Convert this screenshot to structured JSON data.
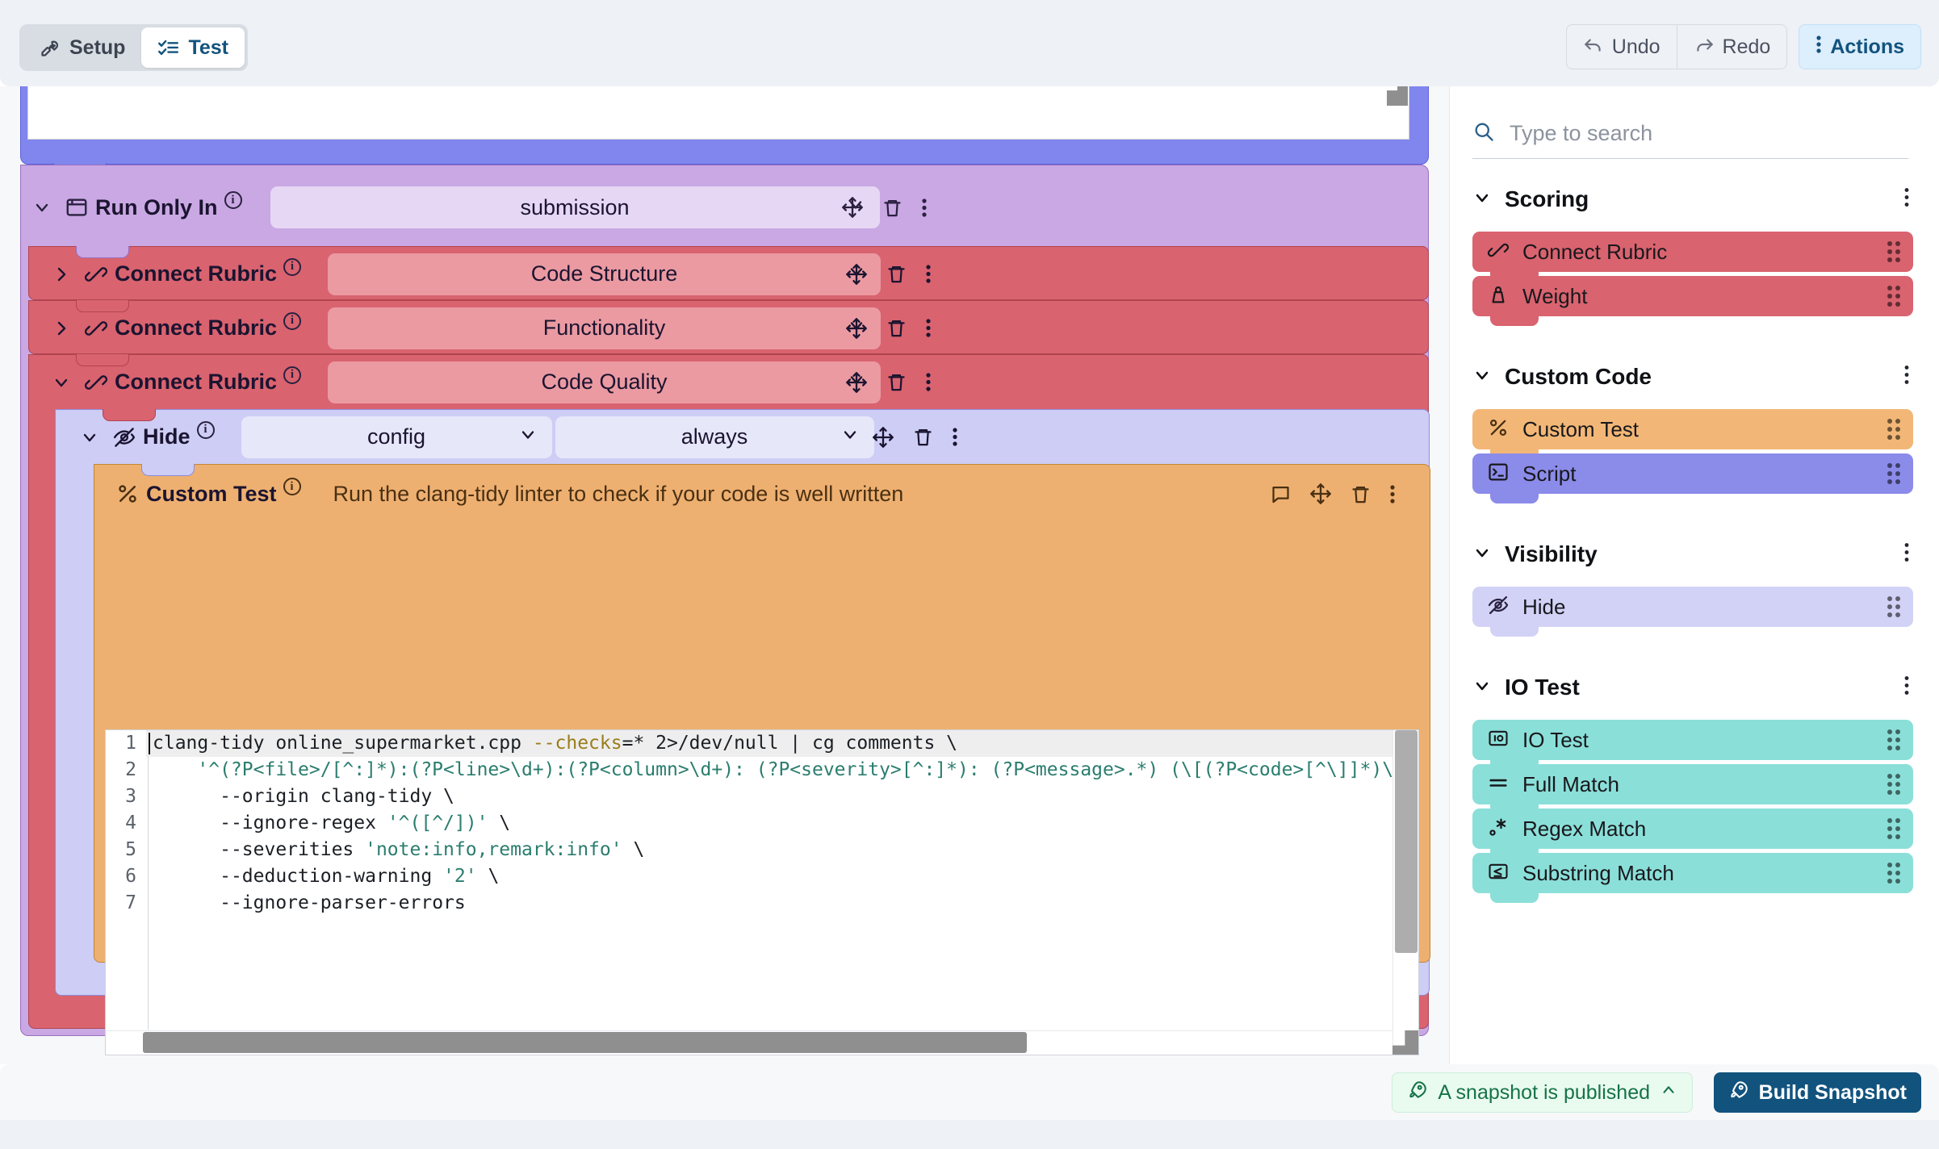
{
  "topbar": {
    "segments": [
      {
        "label": "Setup",
        "icon": "wrench-icon",
        "active": false
      },
      {
        "label": "Test",
        "icon": "checklist-icon",
        "active": true
      }
    ],
    "undo_label": "Undo",
    "redo_label": "Redo",
    "actions_label": "Actions"
  },
  "canvas": {
    "blocks": [
      {
        "id": "run-only-in",
        "label": "Run Only In",
        "icon": "window-icon",
        "expanded": true,
        "value": "submission",
        "color": "#c9a8e3",
        "selector_color": "#e6d7f5"
      },
      {
        "id": "connect-rubric-1",
        "label": "Connect Rubric",
        "icon": "link-icon",
        "expanded": false,
        "value": "Code Structure",
        "color": "#d9636f",
        "selector_color": "#eb9aa2"
      },
      {
        "id": "connect-rubric-2",
        "label": "Connect Rubric",
        "icon": "link-icon",
        "expanded": false,
        "value": "Functionality",
        "color": "#d9636f",
        "selector_color": "#eb9aa2"
      },
      {
        "id": "connect-rubric-3",
        "label": "Connect Rubric",
        "icon": "link-icon",
        "expanded": true,
        "value": "Code Quality",
        "color": "#d9636f",
        "selector_color": "#eb9aa2"
      },
      {
        "id": "hide",
        "label": "Hide",
        "icon": "eye-off-icon",
        "expanded": true,
        "value": "config",
        "value2": "always",
        "color": "#cdcdf5",
        "selector_color": "#e7e7fa"
      },
      {
        "id": "custom-test",
        "label": "Custom Test",
        "icon": "percent-icon",
        "description": "Run the clang-tidy linter to check if your code is well written",
        "color": "#eeb071"
      }
    ],
    "row_actions": {
      "collapse": "chevron-down-icon",
      "move": "move-icon",
      "delete": "trash-icon",
      "menu": "kebab-menu-icon",
      "comment": "comment-icon"
    }
  },
  "editor": {
    "line_numbers": [
      "1",
      "2",
      "3",
      "4",
      "5",
      "6",
      "7"
    ],
    "lines": [
      [
        {
          "t": "clang-tidy online_supermarket.cpp ",
          "c": "plain"
        },
        {
          "t": "--checks",
          "c": "opt"
        },
        {
          "t": "=* 2>/dev/null | cg comments \\",
          "c": "plain"
        }
      ],
      [
        {
          "t": "    ",
          "c": "plain"
        },
        {
          "t": "'^(?P<file>/[^:]*):(?P<line>\\d+):(?P<column>\\d+): (?P<severity>[^:]*): (?P<message>.*) (\\[(?P<code>[^\\]]*)\\])?$'",
          "c": "str"
        },
        {
          "t": " \\",
          "c": "plain"
        }
      ],
      [
        {
          "t": "      ",
          "c": "plain"
        },
        {
          "t": "--origin",
          "c": "plain"
        },
        {
          "t": " clang-tidy \\",
          "c": "plain"
        }
      ],
      [
        {
          "t": "      ",
          "c": "plain"
        },
        {
          "t": "--ignore-regex ",
          "c": "plain"
        },
        {
          "t": "'^([^/])'",
          "c": "str"
        },
        {
          "t": " \\",
          "c": "plain"
        }
      ],
      [
        {
          "t": "      ",
          "c": "plain"
        },
        {
          "t": "--severities ",
          "c": "plain"
        },
        {
          "t": "'note:info,remark:info'",
          "c": "str"
        },
        {
          "t": " \\",
          "c": "plain"
        }
      ],
      [
        {
          "t": "      ",
          "c": "plain"
        },
        {
          "t": "--deduction-warning ",
          "c": "plain"
        },
        {
          "t": "'2'",
          "c": "str"
        },
        {
          "t": " \\",
          "c": "plain"
        }
      ],
      [
        {
          "t": "      ",
          "c": "plain"
        },
        {
          "t": "--ignore-parser-errors",
          "c": "plain"
        }
      ]
    ]
  },
  "sidebar": {
    "search": {
      "placeholder": "Type to search",
      "value": ""
    },
    "sections": [
      {
        "title": "Scoring",
        "items": [
          {
            "label": "Connect Rubric",
            "icon": "link-icon",
            "color": "#d9636f"
          },
          {
            "label": "Weight",
            "icon": "weight-icon",
            "color": "#d9636f"
          }
        ]
      },
      {
        "title": "Custom Code",
        "items": [
          {
            "label": "Custom Test",
            "icon": "percent-icon",
            "color": "#f2b777"
          },
          {
            "label": "Script",
            "icon": "terminal-icon",
            "color": "#8b8bea"
          }
        ]
      },
      {
        "title": "Visibility",
        "items": [
          {
            "label": "Hide",
            "icon": "eye-off-icon",
            "color": "#d2d2f7"
          }
        ]
      },
      {
        "title": "IO Test",
        "items": [
          {
            "label": "IO Test",
            "icon": "io-icon",
            "color": "#8bdfd9"
          },
          {
            "label": "Full Match",
            "icon": "equals-icon",
            "color": "#8bdfd9"
          },
          {
            "label": "Regex Match",
            "icon": "regex-icon",
            "color": "#8bdfd9"
          },
          {
            "label": "Substring Match",
            "icon": "substring-icon",
            "color": "#8bdfd9"
          }
        ]
      }
    ]
  },
  "bottombar": {
    "snapshot_status": "A snapshot is published",
    "build_label": "Build Snapshot"
  }
}
